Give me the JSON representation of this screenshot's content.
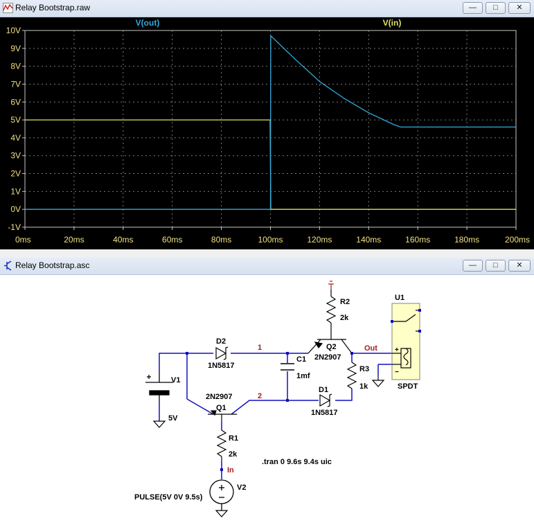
{
  "plot_window": {
    "title": "Relay Bootstrap.raw",
    "buttons": {
      "minimize": "—",
      "maximize": "□",
      "close": "✕"
    },
    "icon": "waveform-icon"
  },
  "schematic_window": {
    "title": "Relay Bootstrap.asc",
    "buttons": {
      "minimize": "—",
      "maximize": "□",
      "close": "✕"
    },
    "icon": "ltspice-icon"
  },
  "colors": {
    "plot_bg": "#000000",
    "grid": "#7a7a7a",
    "trace_vout": "#33aadd",
    "trace_vin": "#e0e060",
    "axis_text": "#f0e080",
    "wire": "#1010c0",
    "component": "#000000",
    "net_label": "#a02020"
  },
  "chart_data": {
    "type": "line",
    "xlabel": "",
    "ylabel": "",
    "xlim": [
      0,
      200
    ],
    "ylim": [
      -1,
      10
    ],
    "x_ticks": [
      "0ms",
      "20ms",
      "40ms",
      "60ms",
      "80ms",
      "100ms",
      "120ms",
      "140ms",
      "160ms",
      "180ms",
      "200ms"
    ],
    "y_ticks": [
      "-1V",
      "0V",
      "1V",
      "2V",
      "3V",
      "4V",
      "5V",
      "6V",
      "7V",
      "8V",
      "9V",
      "10V"
    ],
    "grid": true,
    "legend": "top",
    "series": [
      {
        "name": "V(out)",
        "x": [
          0,
          99.9,
          100,
          100.1,
          110,
          120,
          130,
          140,
          150,
          153,
          160,
          180,
          200
        ],
        "values": [
          0,
          0,
          0,
          9.7,
          8.4,
          7.15,
          6.2,
          5.4,
          4.75,
          4.6,
          4.6,
          4.6,
          4.6
        ]
      },
      {
        "name": "V(in)",
        "x": [
          0,
          99.9,
          100,
          100.1,
          200
        ],
        "values": [
          5,
          5,
          2.5,
          0,
          0
        ]
      }
    ]
  },
  "schematic": {
    "components": {
      "d2": {
        "ref": "D2",
        "value": "1N5817"
      },
      "c1": {
        "ref": "C1",
        "value": "1mf"
      },
      "q2": {
        "ref": "Q2",
        "value": "2N2907"
      },
      "r2": {
        "ref": "R2",
        "value": "2k"
      },
      "r3": {
        "ref": "R3",
        "value": "1k"
      },
      "d1": {
        "ref": "D1",
        "value": "1N5817"
      },
      "q1": {
        "ref": "Q1",
        "value": "2N2907"
      },
      "r1": {
        "ref": "R1",
        "value": "2k"
      },
      "v1": {
        "ref": "V1",
        "value": "5V"
      },
      "v2": {
        "ref": "V2",
        "value": "PULSE(5V 0V 9.5s)"
      },
      "u1": {
        "ref": "U1",
        "value": "SPDT"
      }
    },
    "nets": {
      "n1": "1",
      "n2": "2",
      "out": "Out",
      "in": "In"
    },
    "directive": ".tran 0 9.6s 9.4s uic",
    "relay_pins": {
      "plus": "+",
      "minus": "−"
    }
  }
}
